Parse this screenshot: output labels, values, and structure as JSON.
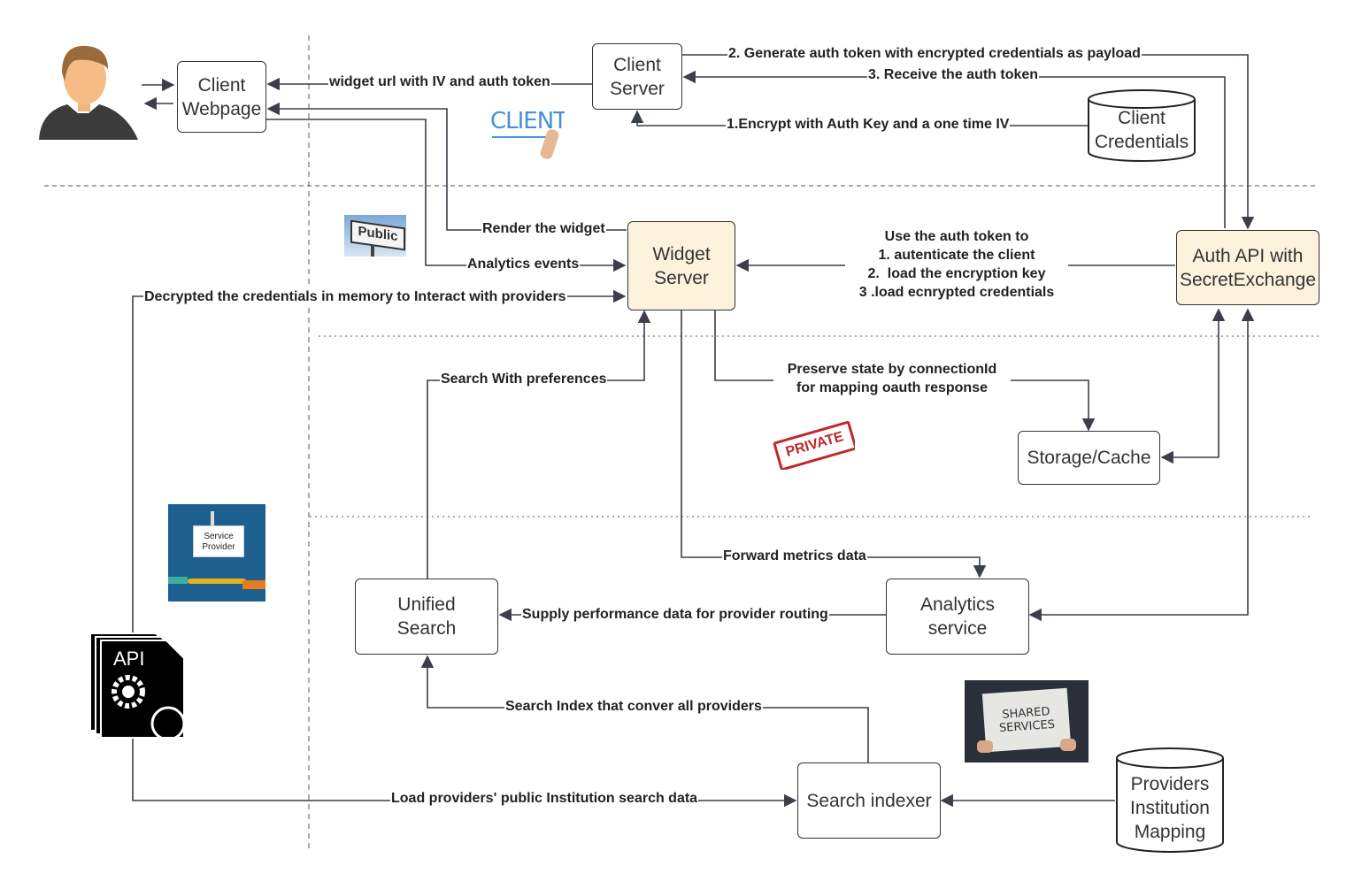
{
  "nodes": {
    "client_webpage": "Client\nWebpage",
    "client_server": "Client\nServer",
    "client_credentials": "Client\nCredentials",
    "widget_server": "Widget\nServer",
    "auth_api": "Auth API with\nSecretExchange",
    "storage_cache": "Storage/Cache",
    "unified_search": "Unified\nSearch",
    "analytics_service": "Analytics\nservice",
    "search_indexer": "Search indexer",
    "providers_mapping": "Providers\nInstitution\nMapping"
  },
  "edges": {
    "widget_url": "widget url with IV and auth token",
    "generate_token": "2. Generate auth token with encrypted credentials as payload",
    "receive_token": "3. Receive the auth token",
    "encrypt": "1.Encrypt with Auth Key and a one time IV",
    "render_widget": "Render the widget",
    "analytics_events": "Analytics events",
    "decrypt": "Decrypted the credentials in memory to Interact with providers",
    "use_token": "Use the auth token to\n1. autenticate the client\n2.  load the encryption key\n3 .load ecnrypted credentials",
    "search_prefs": "Search With preferences",
    "preserve_state": "Preserve state by connectionId\nfor mapping oauth response",
    "forward_metrics": "Forward metrics data",
    "supply_perf": "Supply performance data for provider routing",
    "search_index": "Search Index that conver all providers",
    "load_providers": "Load providers' public Institution search data"
  },
  "stickers": {
    "client": "CLIENT",
    "public": "Public",
    "private": "PRIVATE",
    "service_provider": "Service\nProvider",
    "api": "API",
    "shared_services": "SHARED\nSERVICES"
  },
  "colors": {
    "highlight": "#fdf3dc",
    "line": "#3a3f4a",
    "private_stamp": "#c0282c",
    "client_ink": "#4a8fd8"
  }
}
